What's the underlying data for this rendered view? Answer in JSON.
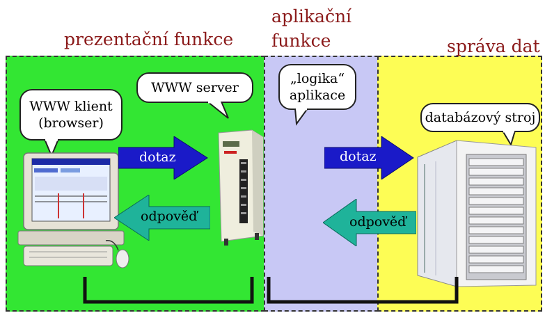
{
  "headers": {
    "presentation": "prezentační funkce",
    "application_line1": "aplikační",
    "application_line2": "funkce",
    "data": "správa dat"
  },
  "bubbles": {
    "client_line1": "WWW klient",
    "client_line2": "(browser)",
    "server": "WWW server",
    "logic_line1": "„logika“",
    "logic_line2": "aplikace",
    "db": "databázový stroj"
  },
  "arrows": {
    "query_left": "dotaz",
    "response_left": "odpověď",
    "query_right": "dotaz",
    "response_right": "odpověď"
  },
  "colors": {
    "presentation_zone": "#33e633",
    "application_zone": "#c8c8f5",
    "data_zone": "#fdfd55",
    "header_text": "#8b1a1a",
    "query_arrow": "#1a1ac8",
    "response_arrow": "#1fb39a"
  },
  "icons": [
    "desktop-computer-icon",
    "tower-server-icon",
    "database-server-rack-icon"
  ]
}
